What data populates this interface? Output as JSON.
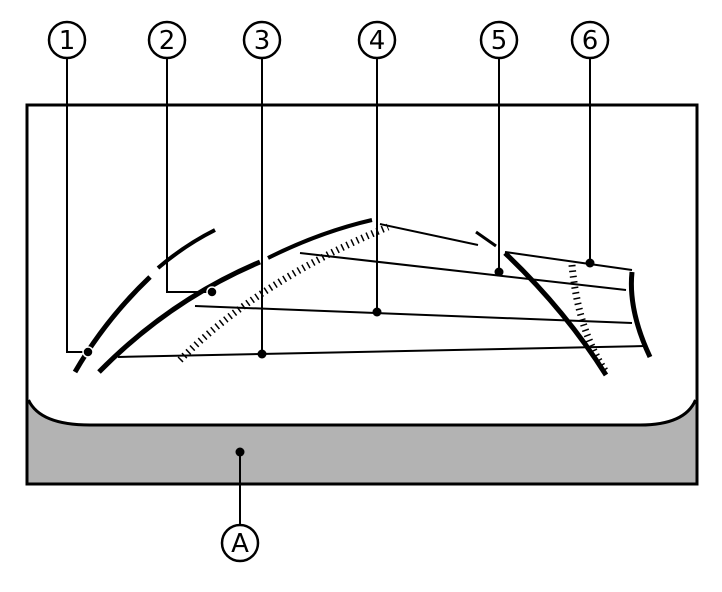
{
  "callouts": [
    {
      "id": "1"
    },
    {
      "id": "2"
    },
    {
      "id": "3"
    },
    {
      "id": "4"
    },
    {
      "id": "5"
    },
    {
      "id": "6"
    }
  ],
  "area_callout": {
    "id": "A"
  },
  "colors": {
    "line": "#000000",
    "bottom_area": "#b3b3b3",
    "background": "#ffffff"
  }
}
